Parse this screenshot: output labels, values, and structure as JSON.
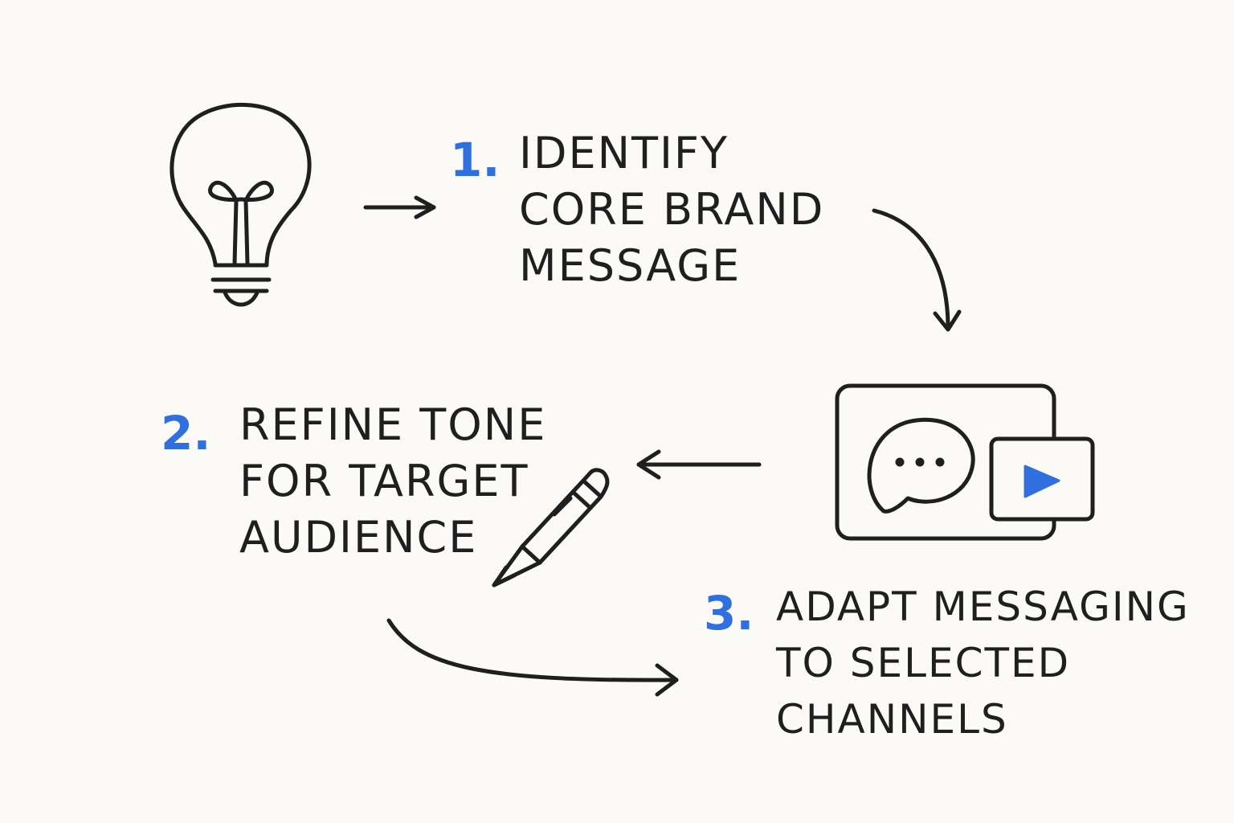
{
  "accent_color": "#2f6fe0",
  "ink_color": "#1f1f1f",
  "steps": [
    {
      "number": "1.",
      "lines": [
        "IDENTIFY",
        "CORE BRAND",
        "MESSAGE"
      ]
    },
    {
      "number": "2.",
      "lines": [
        "REFINE TONE",
        "FOR TARGET",
        "AUDIENCE"
      ]
    },
    {
      "number": "3.",
      "lines": [
        "ADAPT MESSAGING",
        "TO SELECTED",
        "CHANNELS"
      ]
    }
  ],
  "icons": {
    "idea": "lightbulb-icon",
    "channels": "chat-and-video-icon",
    "refine": "pencil-icon"
  }
}
